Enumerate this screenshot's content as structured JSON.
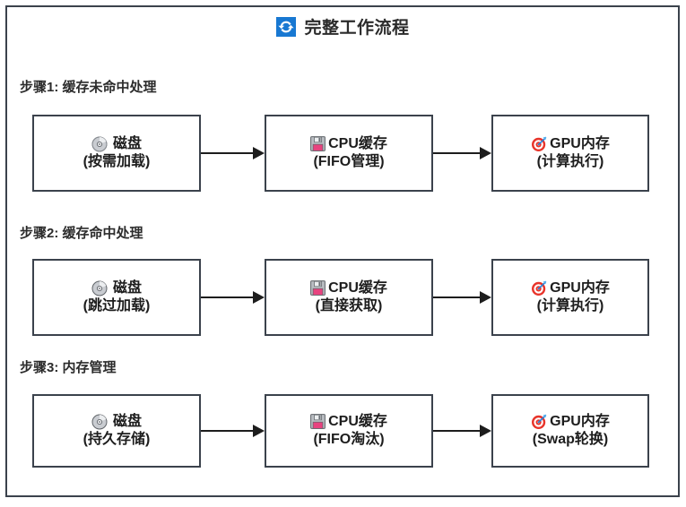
{
  "header": {
    "title": "完整工作流程",
    "icon": "sync-icon",
    "icon_color": "#1878d2"
  },
  "colors": {
    "frame_border": "#3b424c",
    "box_border": "#3b424c",
    "background": "#ffffff",
    "text": "#1d1d1d",
    "arrow": "#1d1d1d",
    "accent_blue": "#1878d2",
    "disk_gray": "#9aa0a6",
    "floppy_pink": "#e8437f",
    "dart_red": "#e8342a"
  },
  "steps": [
    {
      "label": "步骤1: 缓存未命中处理",
      "nodes": [
        {
          "icon": "optical-disk-icon",
          "title": "磁盘",
          "subtitle": "(按需加载)"
        },
        {
          "icon": "floppy-disk-icon",
          "title": "CPU缓存",
          "subtitle": "(FIFO管理)"
        },
        {
          "icon": "dart-target-icon",
          "title": "GPU内存",
          "subtitle": "(计算执行)"
        }
      ]
    },
    {
      "label": "步骤2: 缓存命中处理",
      "nodes": [
        {
          "icon": "optical-disk-icon",
          "title": "磁盘",
          "subtitle": "(跳过加载)"
        },
        {
          "icon": "floppy-disk-icon",
          "title": "CPU缓存",
          "subtitle": "(直接获取)"
        },
        {
          "icon": "dart-target-icon",
          "title": "GPU内存",
          "subtitle": "(计算执行)"
        }
      ]
    },
    {
      "label": "步骤3: 内存管理",
      "nodes": [
        {
          "icon": "optical-disk-icon",
          "title": "磁盘",
          "subtitle": "(持久存储)"
        },
        {
          "icon": "floppy-disk-icon",
          "title": "CPU缓存",
          "subtitle": "(FIFO淘汰)"
        },
        {
          "icon": "dart-target-icon",
          "title": "GPU内存",
          "subtitle": "(Swap轮换)"
        }
      ]
    }
  ]
}
